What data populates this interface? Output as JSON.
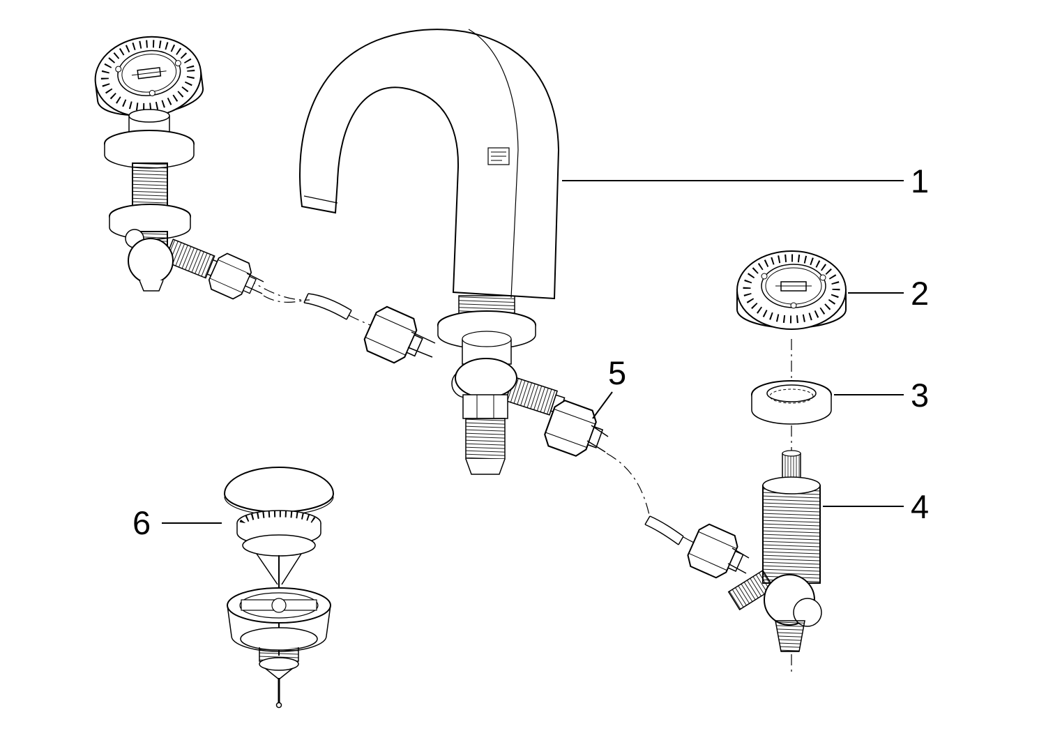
{
  "diagram": {
    "type": "exploded-parts-diagram",
    "background_color": "#ffffff",
    "line_color": "#000000",
    "callouts": [
      {
        "number": "1",
        "part": "spout"
      },
      {
        "number": "2",
        "part": "handle"
      },
      {
        "number": "3",
        "part": "mounting-flange"
      },
      {
        "number": "4",
        "part": "valve-cartridge"
      },
      {
        "number": "5",
        "part": "connection-hose"
      },
      {
        "number": "6",
        "part": "pop-up-drain"
      }
    ]
  }
}
